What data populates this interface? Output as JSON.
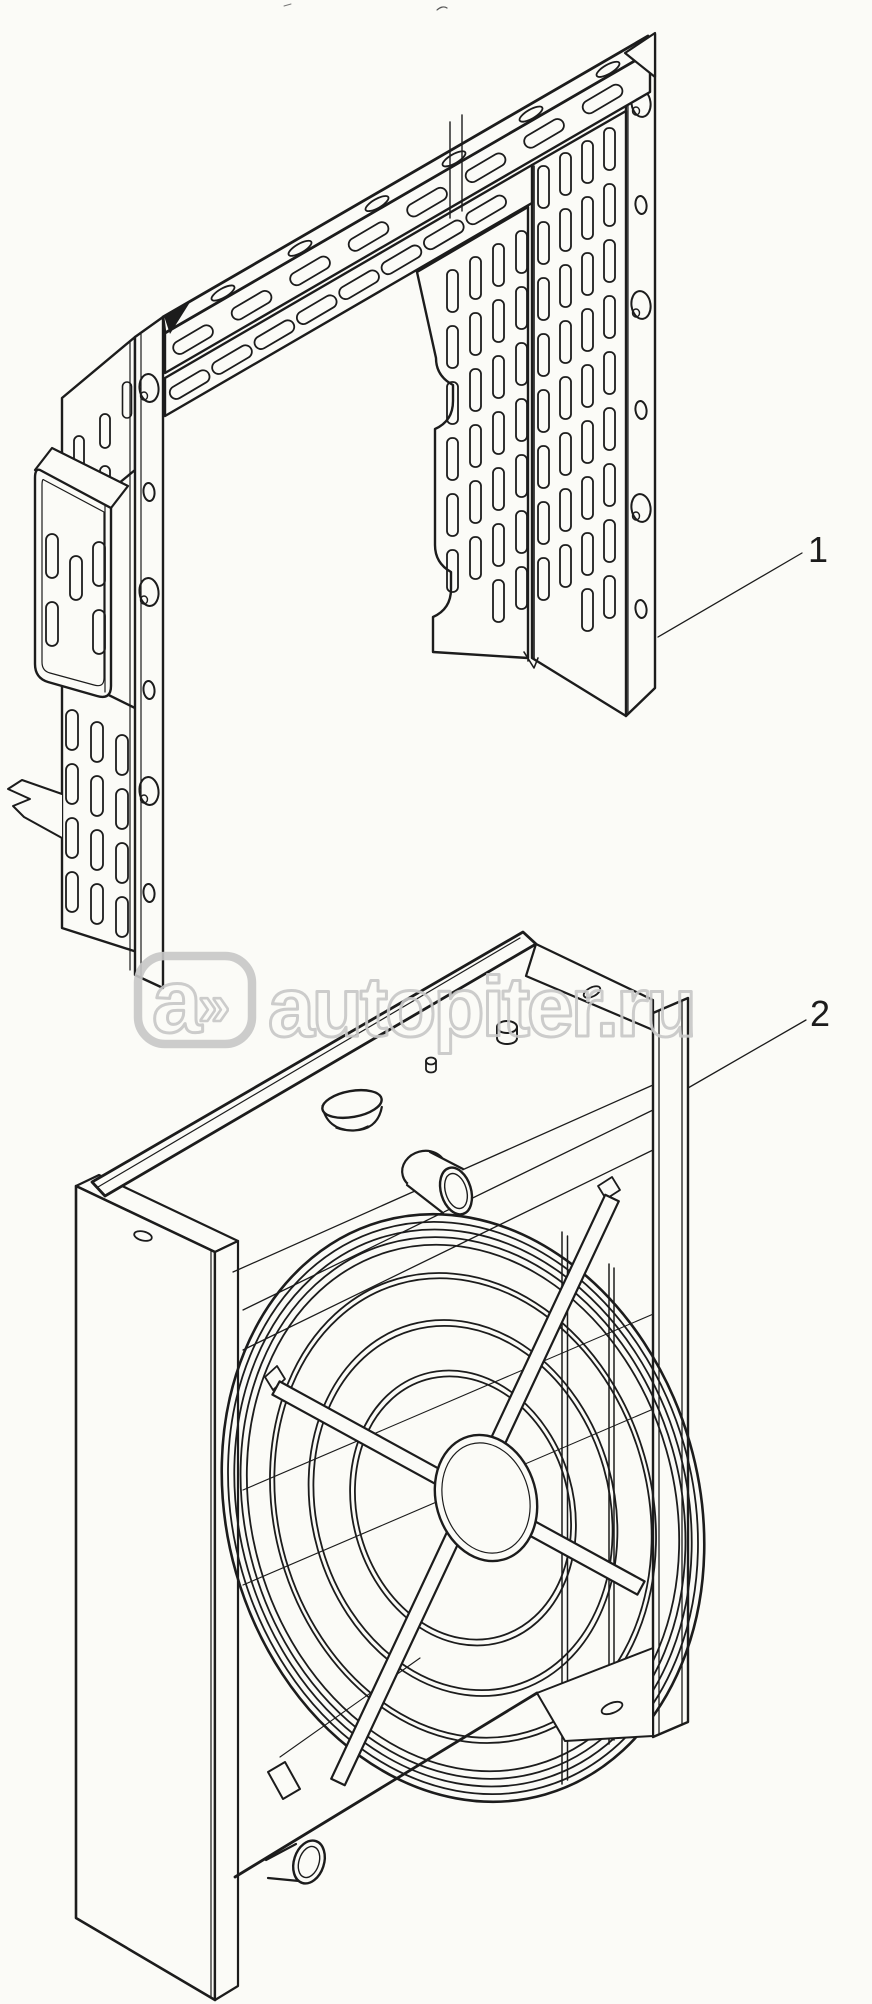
{
  "figure": {
    "background": "#fbfbf7",
    "ink": "#1c1c1c",
    "watermark_color": "#c7c7c7"
  },
  "watermark": {
    "mark": "a",
    "chevron": "»",
    "site": "autopiter.ru"
  },
  "callouts": [
    {
      "label": "1"
    },
    {
      "label": "2"
    }
  ]
}
